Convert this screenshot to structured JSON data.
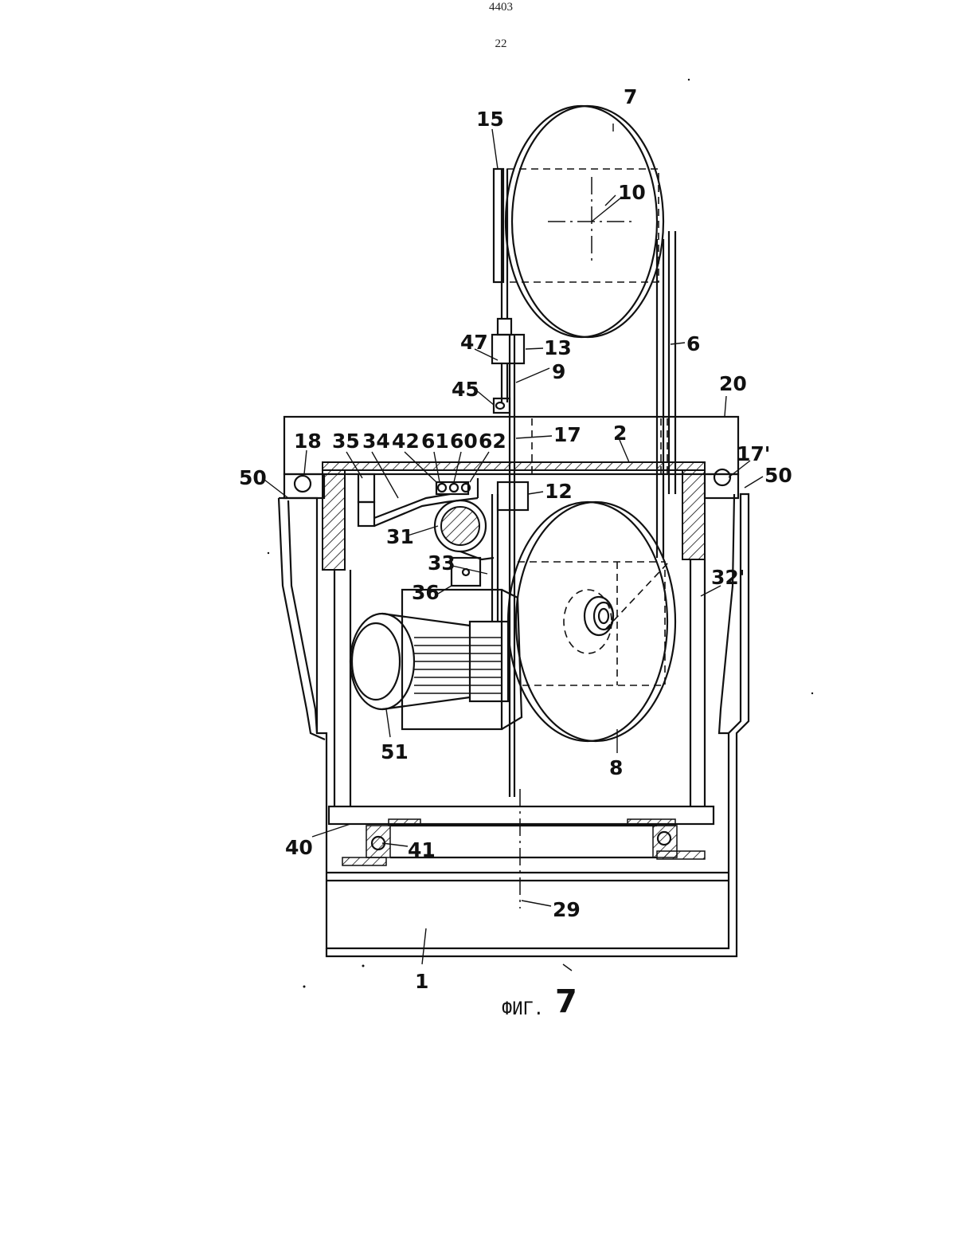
{
  "header": {
    "document_number": "4403",
    "page_number": "22"
  },
  "figure": {
    "caption_prefix": "ФИГ.",
    "caption_number": "7"
  },
  "labels": {
    "l7": "7",
    "l15": "15",
    "l10": "10",
    "l47": "47",
    "l13": "13",
    "l6": "6",
    "l9": "9",
    "l45": "45",
    "l20": "20",
    "l18": "18",
    "l35": "35",
    "l34": "34",
    "l42": "42",
    "l61": "61",
    "l60": "60",
    "l62": "62",
    "l17": "17",
    "l2": "2",
    "l17p": "17'",
    "l50a": "50",
    "l50b": "50",
    "l12": "12",
    "l31": "31",
    "l33": "33",
    "l32p": "32'",
    "l36": "36",
    "l51": "51",
    "l8": "8",
    "l40": "40",
    "l41": "41",
    "l29": "29",
    "l1": "1"
  }
}
